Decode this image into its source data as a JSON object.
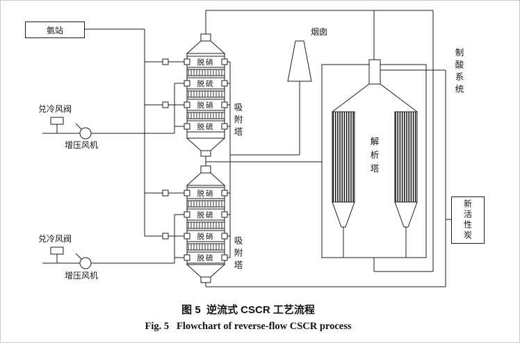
{
  "diagram": {
    "ammonia_station": "氨站",
    "chimney": "烟囱",
    "adsorption_tower": "吸附塔",
    "desorption_tower": "解析塔",
    "acid_system": "制酸系统",
    "new_activated_carbon": "新活性炭",
    "cold_air_valve": "兑冷风阀",
    "booster_fan": "增压风机",
    "denitration": "脱硝",
    "desulfurization": "脱硫"
  },
  "caption": {
    "zh": "图 5  逆流式 CSCR 工艺流程",
    "en": "Fig. 5   Flowchart of reverse-flow CSCR process"
  },
  "colors": {
    "line": "#1a1a1a",
    "background": "#ffffff"
  }
}
